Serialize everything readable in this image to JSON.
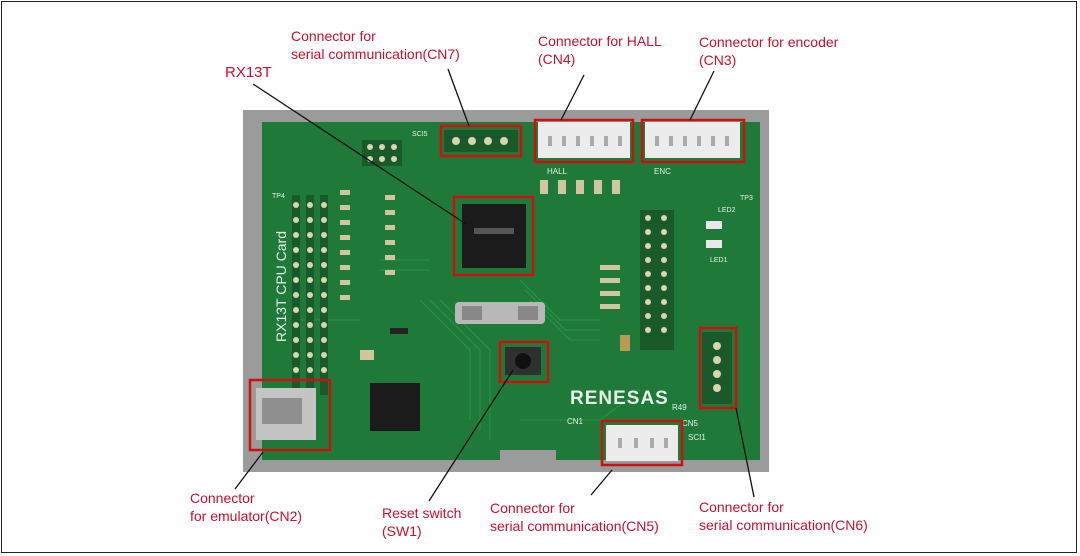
{
  "labels": {
    "rx13t": "RX13T",
    "cn7": [
      "Connector for",
      "serial communication(CN7)"
    ],
    "cn4": [
      "Connector for HALL",
      "(CN4)"
    ],
    "cn3": [
      "Connector for encoder",
      "(CN3)"
    ],
    "cn2": [
      "Connector",
      "for emulator(CN2)"
    ],
    "sw1": [
      "Reset switch",
      "(SW1)"
    ],
    "cn5": [
      "Connector for",
      "serial communication(CN5)"
    ],
    "cn6": [
      "Connector for",
      "serial communication(CN6)"
    ]
  },
  "board": {
    "silk_cpu_card": "RX13T CPU Card",
    "silk_brand": "RENESAS",
    "silk_cn1": "CN1",
    "silk_cn5": "CN5",
    "silk_sci1": "SCI1",
    "silk_hall": "HALL",
    "silk_enc": "ENC",
    "silk_sci5": "SCI5",
    "silk_r49": "R49",
    "silk_tp4": "TP4",
    "silk_tp3": "TP3",
    "silk_led1": "LED1",
    "silk_led2": "LED2"
  },
  "colors": {
    "annotation": "#c8102e",
    "pcb": "#1f7a3a",
    "pcb_dark": "#16602c",
    "photo_bg": "#9a9a9a"
  }
}
